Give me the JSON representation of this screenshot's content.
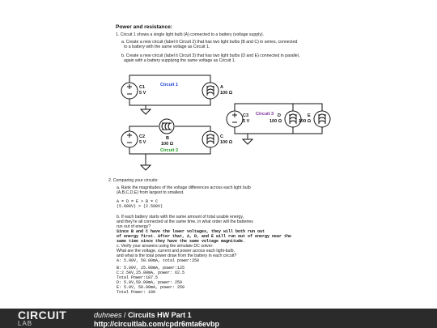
{
  "title": "Power and resistance:",
  "q1": {
    "intro": "1. Circuit 1 shows a single light bulb (A) connected to a battery (voltage supply).",
    "a_line1": "a. Create a new circuit (label it Circuit 2) that has two light bulbs (B and C) in series, connected",
    "a_line2": "to a battery with the same voltage as Circuit 1.",
    "b_line1": "b. Create a new circuit (label it Circuit 3) that has two light bulbs (D and E) connected in parallel,",
    "b_line2": "again with a battery supplying the same voltage as Circuit 1."
  },
  "schematic": {
    "circuit1": {
      "label": "Circuit 1",
      "battery": "C1",
      "battery_v": "5 V",
      "bulb": "A",
      "bulb_r": "100 Ω"
    },
    "circuit2": {
      "label": "Circuit 2",
      "battery": "C2",
      "battery_v": "5 V",
      "bulb_b": "B",
      "bulb_b_r": "100 Ω",
      "bulb_c": "C",
      "bulb_c_r": "100 Ω"
    },
    "circuit3": {
      "label": "Circuit 3",
      "battery": "C3",
      "battery_v": "5 V",
      "bulb_d": "D",
      "bulb_d_r": "100 Ω",
      "bulb_e": "E",
      "bulb_e_r": "100 Ω"
    }
  },
  "q2": {
    "title": "2. Comparing your circuits:",
    "a_line1": "a. Rank the magnitudes of the voltage differences across each light bulb",
    "a_line2": "(A,B,C,D,E) from largest to smallest.",
    "rank_line1": "A = D = E > B = C",
    "rank_line2": "(5.000V) > (2.500V)",
    "b_line1": "b. If each battery starts with the same amount of total usable energy,",
    "b_line2": "and they're all connected at the same time, in what order will the batteries",
    "b_line3": "run out of energy?",
    "b_ans1": "Since B and C have the lower voltages, they will both run out",
    "b_ans2": " of energy first. After that, A, D, and E will run out of energy near the",
    "b_ans3": "same time since they have the same voltage magnitude.",
    "c_line1": "c. Verify your answers using the simulate DC solver:",
    "c_line2": "What are the voltage, current and power across each light-bulb,",
    "c_line3": "and what is the total power draw from the battery in each circuit?",
    "res_a": "A: 5.00V, 50.00mA, total power:250",
    "res_b": "B: 5.00V, 25.00mA, power:125",
    "res_c": "C:2.50V,25.00mA, power: 62.5",
    "res_total1": "Total Power:187.5",
    "res_d": "D: 5.0V,50.00mA, power: 250",
    "res_e": "E: 5.0V, 50.00mA, power: 250",
    "res_total2": "Total Power: 100"
  },
  "footer": {
    "logo_top": "CIRCUIT",
    "logo_bottom": "LAB",
    "author": "duhnees",
    "separator": " / ",
    "doc_title": "Circuits HW Part 1",
    "url": "http://circuitlab.com/cpdr6mta6evbp"
  }
}
